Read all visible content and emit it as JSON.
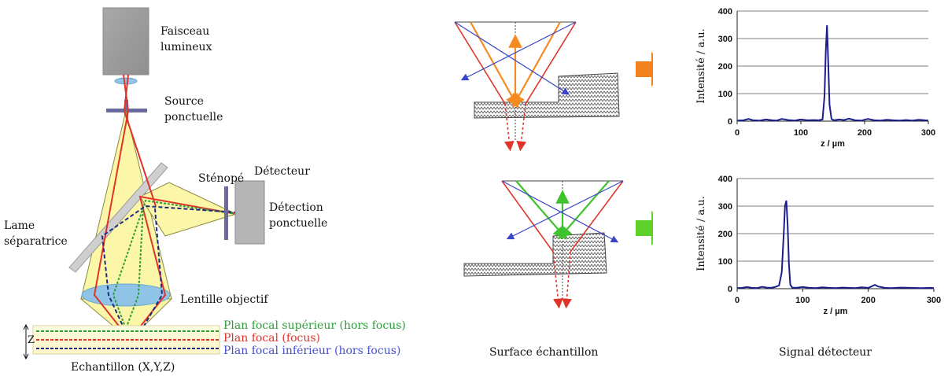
{
  "labels": {
    "beam": [
      "Faisceau",
      "lumineux"
    ],
    "source": [
      "Source",
      "ponctuelle"
    ],
    "pinhole": "Sténopé",
    "detector": "Détecteur",
    "detection": [
      "Détection",
      "ponctuelle"
    ],
    "splitter": [
      "Lame",
      "séparatrice"
    ],
    "objective": "Lentille objectif",
    "z_axis": "Z",
    "sample": "Echantillon (X,Y,Z)"
  },
  "legend": [
    {
      "text": "Plan focal supérieur (hors focus)",
      "color": "#2e9e3a"
    },
    {
      "text": "Plan focal (focus)",
      "color": "#e0342b"
    },
    {
      "text": "Plan focal inférieur (hors focus)",
      "color": "#4650c8"
    }
  ],
  "captions": {
    "surface": "Surface échantillon",
    "signal": "Signal détecteur"
  },
  "arrow_colors": {
    "top": "#f58220",
    "bottom": "#5ed12a"
  },
  "chart_data": [
    {
      "type": "line",
      "xlabel": "z / µm",
      "ylabel": "Intensité / a.u.",
      "xlim": [
        0,
        300
      ],
      "ylim": [
        0,
        400
      ],
      "xticks": [
        0,
        100,
        200,
        300
      ],
      "yticks": [
        0,
        100,
        200,
        300,
        400
      ],
      "grid": true,
      "color": "#1a1f8c",
      "x": [
        0,
        10,
        18,
        25,
        35,
        45,
        55,
        62,
        70,
        80,
        90,
        100,
        110,
        120,
        128,
        134,
        137,
        139,
        141,
        143,
        145,
        148,
        152,
        160,
        168,
        175,
        185,
        195,
        205,
        215,
        225,
        235,
        245,
        255,
        265,
        275,
        285,
        295,
        300
      ],
      "y": [
        2,
        3,
        8,
        3,
        2,
        6,
        3,
        2,
        8,
        4,
        2,
        6,
        3,
        4,
        3,
        6,
        90,
        250,
        348,
        210,
        60,
        8,
        3,
        6,
        4,
        9,
        3,
        2,
        8,
        3,
        2,
        5,
        3,
        2,
        4,
        2,
        5,
        3,
        2
      ]
    },
    {
      "type": "line",
      "xlabel": "z / µm",
      "ylabel": "Intensité / a.u.",
      "xlim": [
        0,
        300
      ],
      "ylim": [
        0,
        400
      ],
      "xticks": [
        0,
        100,
        200,
        300
      ],
      "yticks": [
        0,
        100,
        200,
        300,
        400
      ],
      "grid": true,
      "color": "#1a1f8c",
      "x": [
        0,
        8,
        15,
        22,
        30,
        38,
        45,
        52,
        58,
        64,
        68,
        71,
        73,
        75,
        77,
        79,
        81,
        84,
        90,
        100,
        110,
        120,
        130,
        140,
        150,
        160,
        170,
        180,
        190,
        200,
        205,
        210,
        215,
        225,
        235,
        250,
        265,
        280,
        295,
        300
      ],
      "y": [
        2,
        3,
        6,
        3,
        2,
        7,
        4,
        3,
        6,
        12,
        60,
        200,
        300,
        320,
        230,
        90,
        15,
        4,
        3,
        6,
        3,
        2,
        5,
        3,
        2,
        4,
        3,
        2,
        5,
        3,
        8,
        14,
        8,
        3,
        2,
        4,
        3,
        2,
        3,
        2
      ]
    }
  ]
}
